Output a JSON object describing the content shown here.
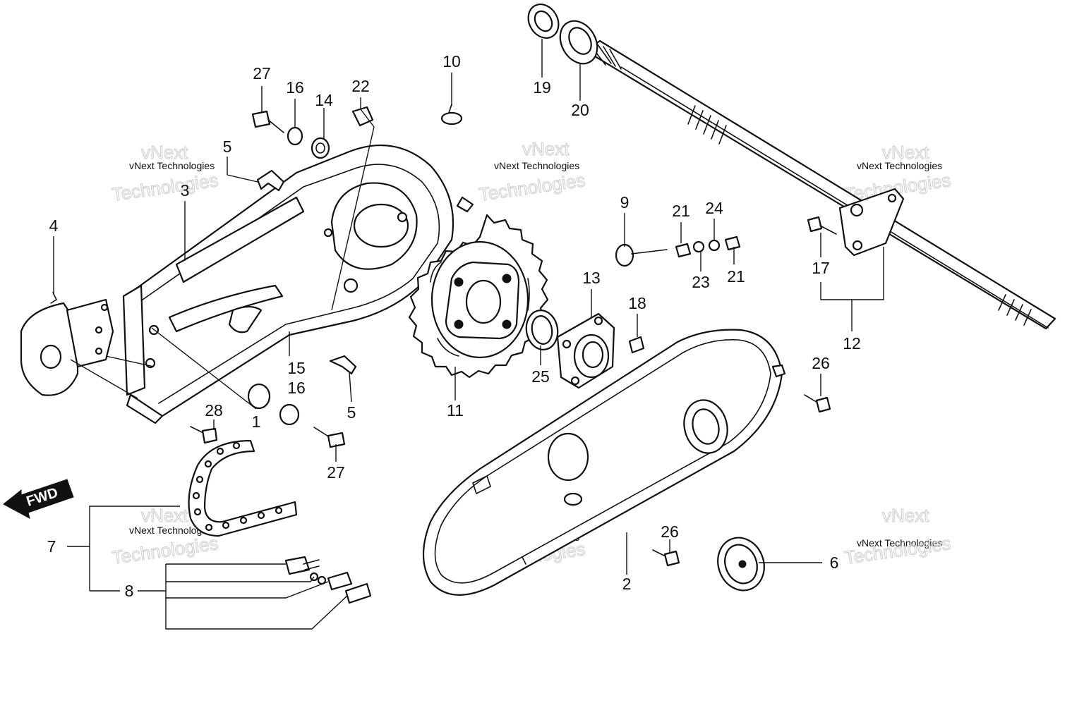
{
  "watermark": {
    "name": "vNext",
    "company": "vNext Technologies",
    "word": "Technologies"
  },
  "direction_marker": {
    "label": "FWD"
  },
  "callouts": {
    "c1": "1",
    "c2": "2",
    "c3": "3",
    "c4": "4",
    "c5a": "5",
    "c5b": "5",
    "c6": "6",
    "c7": "7",
    "c8": "8",
    "c9": "9",
    "c10": "10",
    "c11": "11",
    "c12": "12",
    "c13": "13",
    "c14": "14",
    "c15": "15",
    "c16a": "16",
    "c16b": "16",
    "c17": "17",
    "c18": "18",
    "c19": "19",
    "c20": "20",
    "c21a": "21",
    "c21b": "21",
    "c22": "22",
    "c23": "23",
    "c24": "24",
    "c25": "25",
    "c26a": "26",
    "c26b": "26",
    "c27a": "27",
    "c27b": "27",
    "c28": "28"
  }
}
